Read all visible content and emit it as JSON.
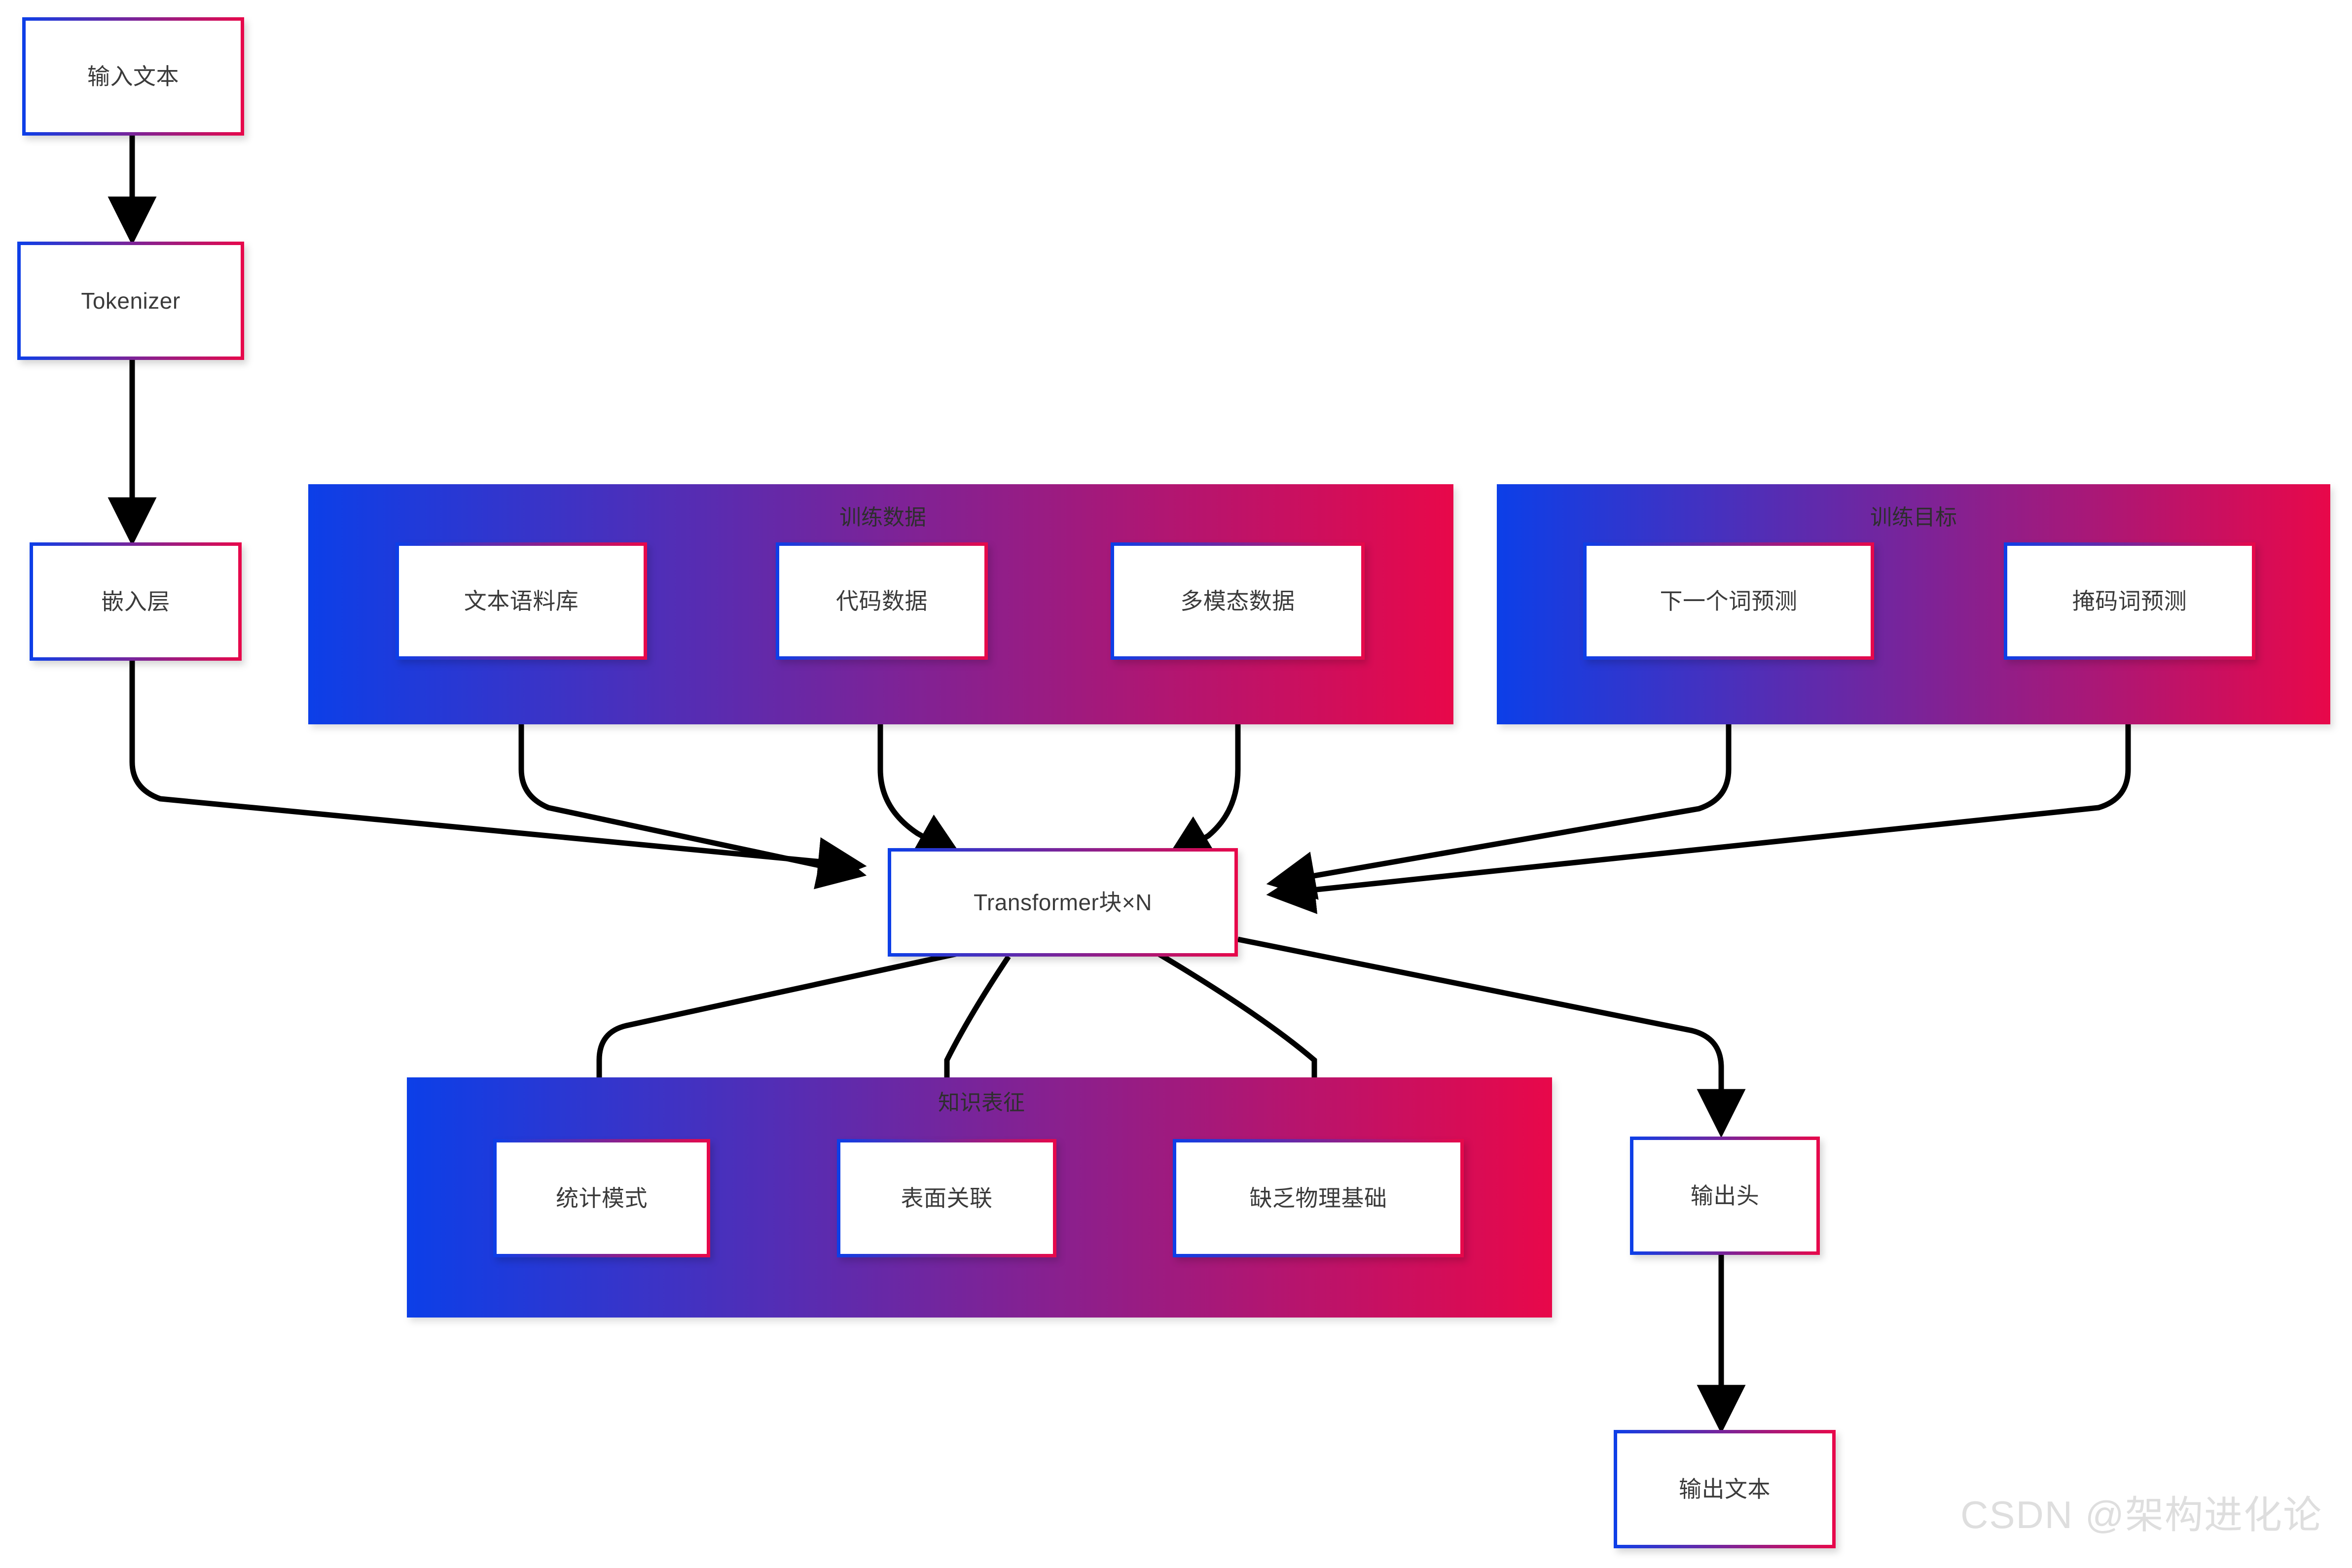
{
  "theme": {
    "gradient_start": "#0c3fe8",
    "gradient_end": "#e8084a",
    "edge_color": "#000000",
    "text_color": "#3b3b3b",
    "background": "#ffffff",
    "watermark_color": "#dedede"
  },
  "watermark": "CSDN @架构进化论",
  "pipeline": {
    "input_text": "输入文本",
    "tokenizer": "Tokenizer",
    "embedding": "嵌入层",
    "transformer": "Transformer块×N",
    "output_head": "输出头",
    "output_text": "输出文本"
  },
  "groups": {
    "training_data": {
      "title": "训练数据",
      "items": [
        {
          "label": "文本语料库"
        },
        {
          "label": "代码数据"
        },
        {
          "label": "多模态数据"
        }
      ]
    },
    "training_objective": {
      "title": "训练目标",
      "items": [
        {
          "label": "下一个词预测"
        },
        {
          "label": "掩码词预测"
        }
      ]
    },
    "knowledge_representation": {
      "title": "知识表征",
      "items": [
        {
          "label": "统计模式"
        },
        {
          "label": "表面关联"
        },
        {
          "label": "缺乏物理基础"
        }
      ]
    }
  },
  "edges": [
    {
      "from": "输入文本",
      "to": "Tokenizer"
    },
    {
      "from": "Tokenizer",
      "to": "嵌入层"
    },
    {
      "from": "嵌入层",
      "to": "Transformer块×N"
    },
    {
      "from": "文本语料库",
      "to": "Transformer块×N"
    },
    {
      "from": "代码数据",
      "to": "Transformer块×N"
    },
    {
      "from": "多模态数据",
      "to": "Transformer块×N"
    },
    {
      "from": "下一个词预测",
      "to": "Transformer块×N"
    },
    {
      "from": "掩码词预测",
      "to": "Transformer块×N"
    },
    {
      "from": "Transformer块×N",
      "to": "统计模式"
    },
    {
      "from": "Transformer块×N",
      "to": "表面关联"
    },
    {
      "from": "Transformer块×N",
      "to": "缺乏物理基础"
    },
    {
      "from": "Transformer块×N",
      "to": "输出头"
    },
    {
      "from": "输出头",
      "to": "输出文本"
    }
  ]
}
